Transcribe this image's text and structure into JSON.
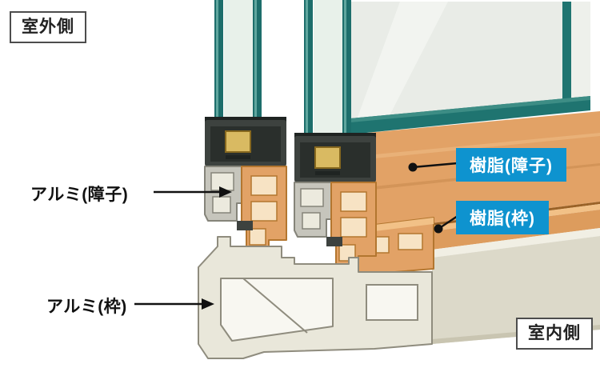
{
  "scene": {
    "outdoor_side": "室外側",
    "indoor_side": "室内側"
  },
  "callouts": {
    "aluminum_sash": "アルミ(障子)",
    "aluminum_frame": "アルミ(枠)",
    "resin_sash": "樹脂(障子)",
    "resin_frame": "樹脂(枠)"
  },
  "colors": {
    "callout_blue": "#0e93cf",
    "glass_teal": "#1d6e6b",
    "resin_orange": "#e2a266",
    "aluminum_gray": "#c6c5bc",
    "frame_ivory": "#e9e7da",
    "leader_black": "#111111"
  }
}
